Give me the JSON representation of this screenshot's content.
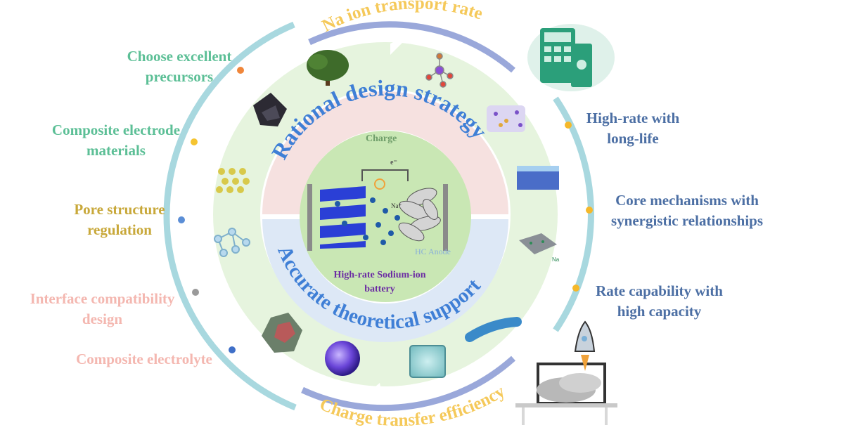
{
  "outer_arcs": {
    "top": "Na ion transport rate",
    "bottom": "Charge transfer efficiency"
  },
  "inner_arcs": {
    "top": "Rational design strategy",
    "bottom": "Accurate theoretical support"
  },
  "center": {
    "charge_label": "Charge",
    "electron_label": "e⁻",
    "ion_label": "Na⁺",
    "anode_label": "HC Anode",
    "title_line1": "High-rate Sodium-ion",
    "title_line2": "battery"
  },
  "left_labels": [
    {
      "line1": "Choose excellent",
      "line2": "precursors"
    },
    {
      "line1": "Composite electrode",
      "line2": "materials"
    },
    {
      "line1": "Pore structure",
      "line2": "regulation"
    },
    {
      "line1": "Interface compatibility",
      "line2": "design"
    },
    {
      "line1": "Composite electrolyte",
      "line2": ""
    }
  ],
  "right_labels": [
    {
      "line1": "High-rate with",
      "line2": "long-life"
    },
    {
      "line1": "Core mechanisms with",
      "line2": "synergistic relationships"
    },
    {
      "line1": "Rate capability with",
      "line2": "high capacity"
    }
  ],
  "small_text": {
    "na_tag": "Na"
  },
  "colors": {
    "green_text": "#5cbf96",
    "gold_text": "#c8a83a",
    "pink_text": "#f4b7b0",
    "blue_text": "#4c6fa4",
    "arc_text_gold": "#f5c95a",
    "inner_top_text": "#3f7fd6",
    "inner_bottom_text": "#3f7fd6",
    "teal_ring": "#a8d8df",
    "lavender_band": "#9aa8da",
    "green_ring": "#e3f3dc",
    "pink_band": "#f6e1e0",
    "blue_band": "#dde8f6",
    "center_green": "#c9e7b4"
  },
  "icons": [
    "tree-icon",
    "molecule-icon",
    "rock-icon",
    "calculator-icon",
    "rocket-icon",
    "laptop-icon",
    "lattice-icon",
    "network-icon",
    "polyhedron-icon",
    "sphere-icon",
    "cube-icon",
    "tube-icon",
    "slab-icon",
    "graphene-icon",
    "nanoparticle-icon"
  ]
}
